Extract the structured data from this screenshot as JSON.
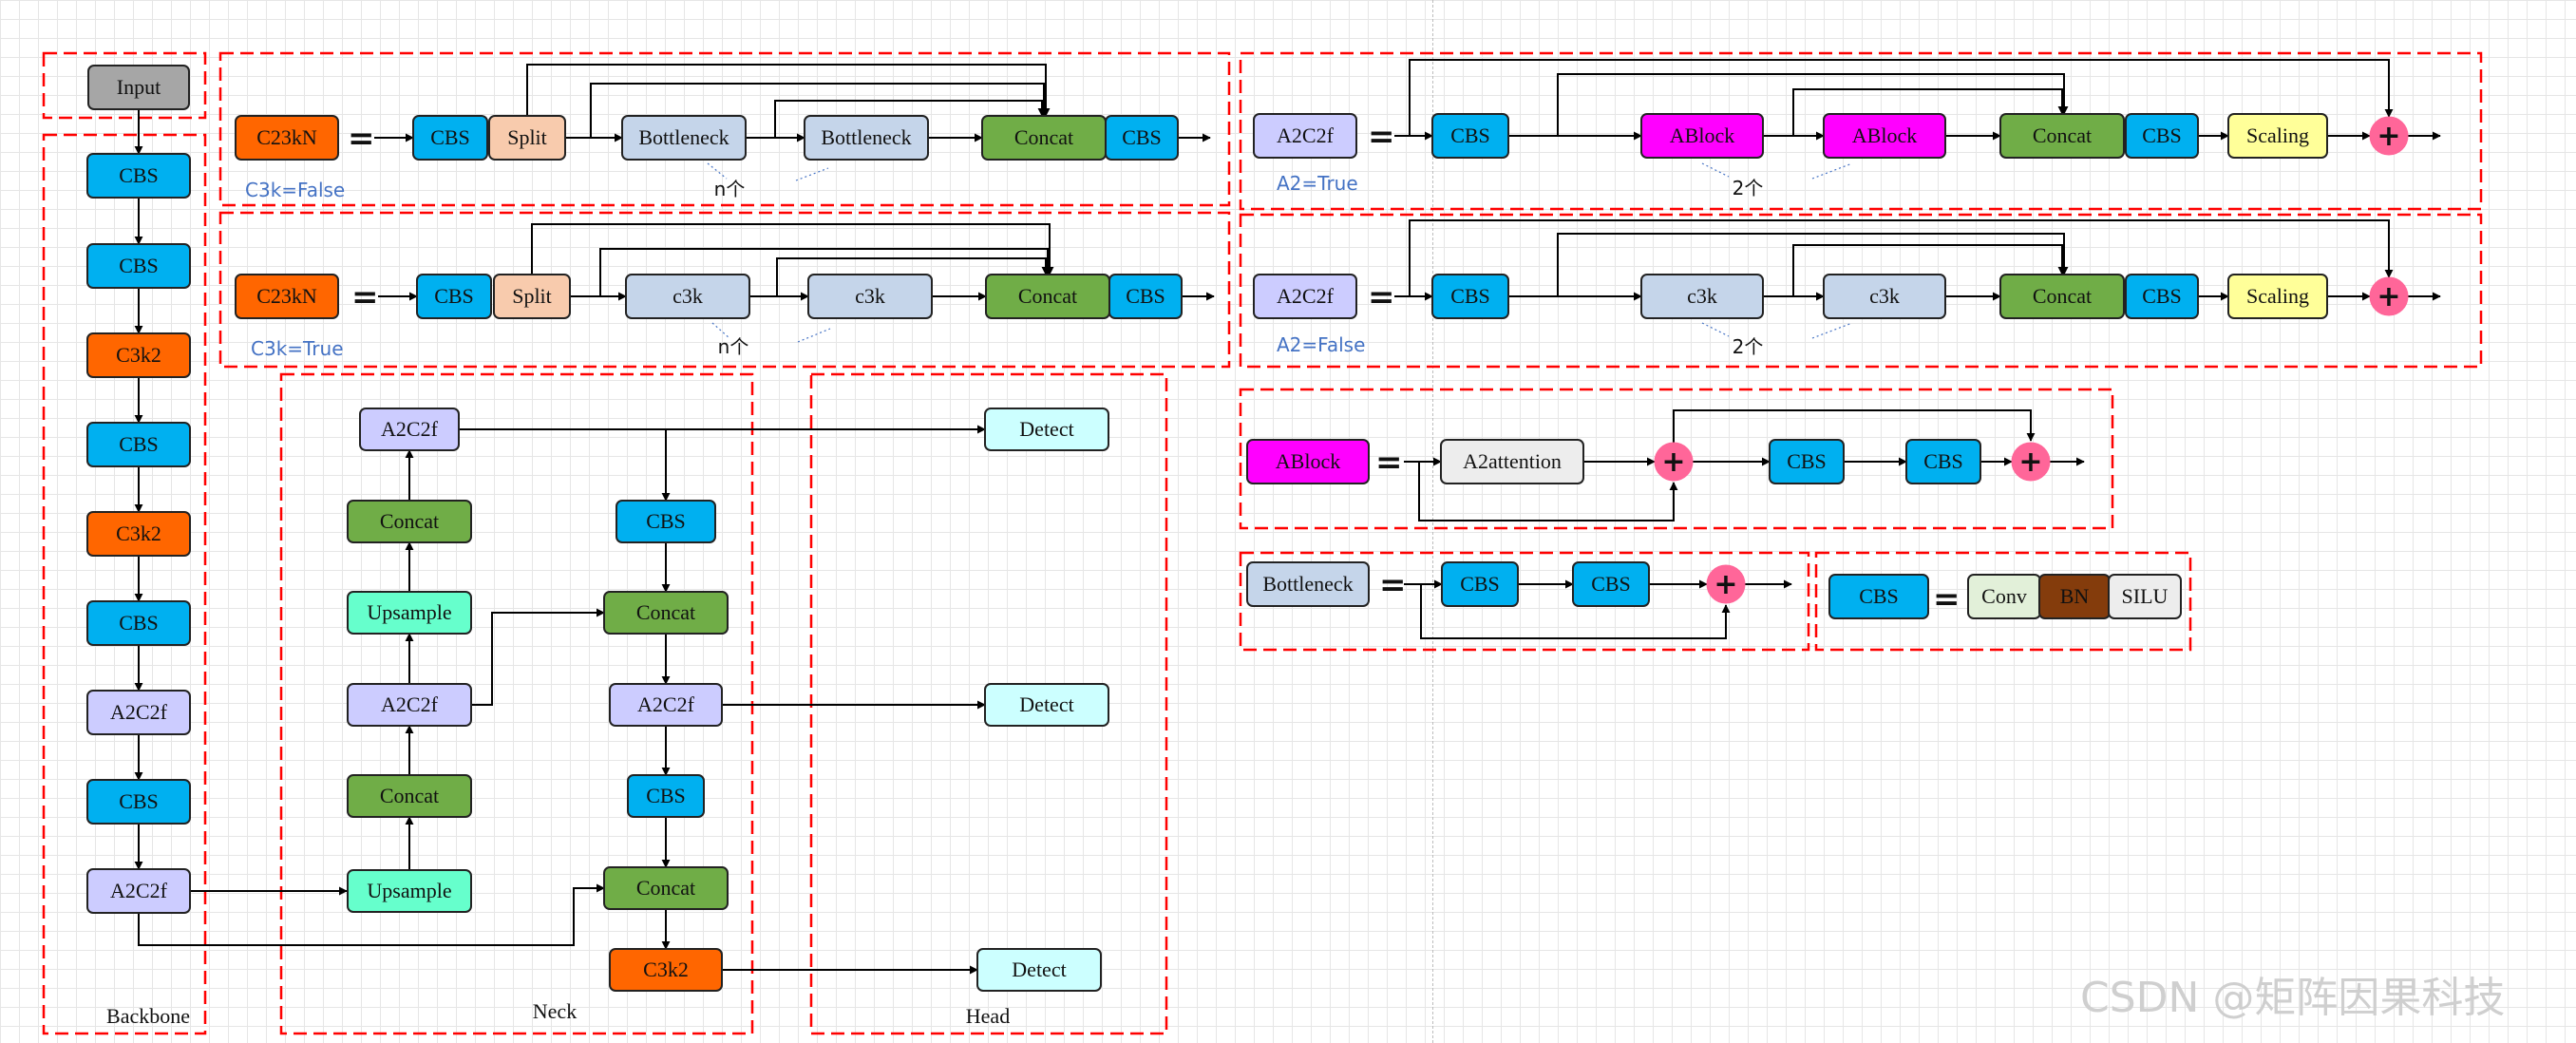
{
  "colors": {
    "gray": "#a6a6a6",
    "blue": "#00b0f0",
    "orange": "#ff6600",
    "lavender": "#ccccff",
    "magenta": "#ff00ff",
    "green": "#70ad47",
    "peach": "#f8cbad",
    "lightblue": "#c5d5ea",
    "yellow": "#ffff99",
    "cyan": "#ccffff",
    "aqua": "#66ffcc",
    "pink": "#ff6699",
    "brown": "#843c0c",
    "mint": "#e2f0d9",
    "lightgray": "#ededed",
    "dashRed": "#ff0000",
    "note": "#4472c4"
  },
  "backbone": {
    "label": "Backbone",
    "nodes": [
      "Input",
      "CBS",
      "CBS",
      "C3k2",
      "CBS",
      "C3k2",
      "CBS",
      "A2C2f",
      "CBS",
      "A2C2f"
    ]
  },
  "neck": {
    "label": "Neck",
    "left_column": [
      "A2C2f",
      "Concat",
      "Upsample",
      "A2C2f",
      "Concat",
      "Upsample"
    ],
    "right_column": [
      "CBS",
      "Concat",
      "A2C2f",
      "CBS",
      "Concat",
      "C3k2"
    ]
  },
  "head": {
    "label": "Head",
    "nodes": [
      "Detect",
      "Detect",
      "Detect"
    ]
  },
  "c3k2_false": {
    "lhs": "C23kN",
    "blocks": [
      "CBS",
      "Split",
      "Bottleneck",
      "Bottleneck",
      "Concat",
      "CBS"
    ],
    "repeat": "n个",
    "note": "C3k=False"
  },
  "c3k2_true": {
    "lhs": "C23kN",
    "blocks": [
      "CBS",
      "Split",
      "c3k",
      "c3k",
      "Concat",
      "CBS"
    ],
    "repeat": "n个",
    "note": "C3k=True"
  },
  "a2c2f_true": {
    "lhs": "A2C2f",
    "blocks": [
      "CBS",
      "ABlock",
      "ABlock",
      "Concat",
      "CBS",
      "Scaling"
    ],
    "repeat": "2个",
    "note": "A2=True"
  },
  "a2c2f_false": {
    "lhs": "A2C2f",
    "blocks": [
      "CBS",
      "c3k",
      "c3k",
      "Concat",
      "CBS",
      "Scaling"
    ],
    "repeat": "2个",
    "note": "A2=False"
  },
  "ablock": {
    "lhs": "ABlock",
    "blocks": [
      "A2attention",
      "CBS",
      "CBS"
    ]
  },
  "bottleneck": {
    "lhs": "Bottleneck",
    "blocks": [
      "CBS",
      "CBS"
    ]
  },
  "cbs_def": {
    "lhs": "CBS",
    "blocks": [
      "Conv",
      "BN",
      "SILU"
    ]
  },
  "symbols": {
    "equals": "=",
    "plus": "+"
  },
  "watermark": "CSDN @矩阵因果科技"
}
